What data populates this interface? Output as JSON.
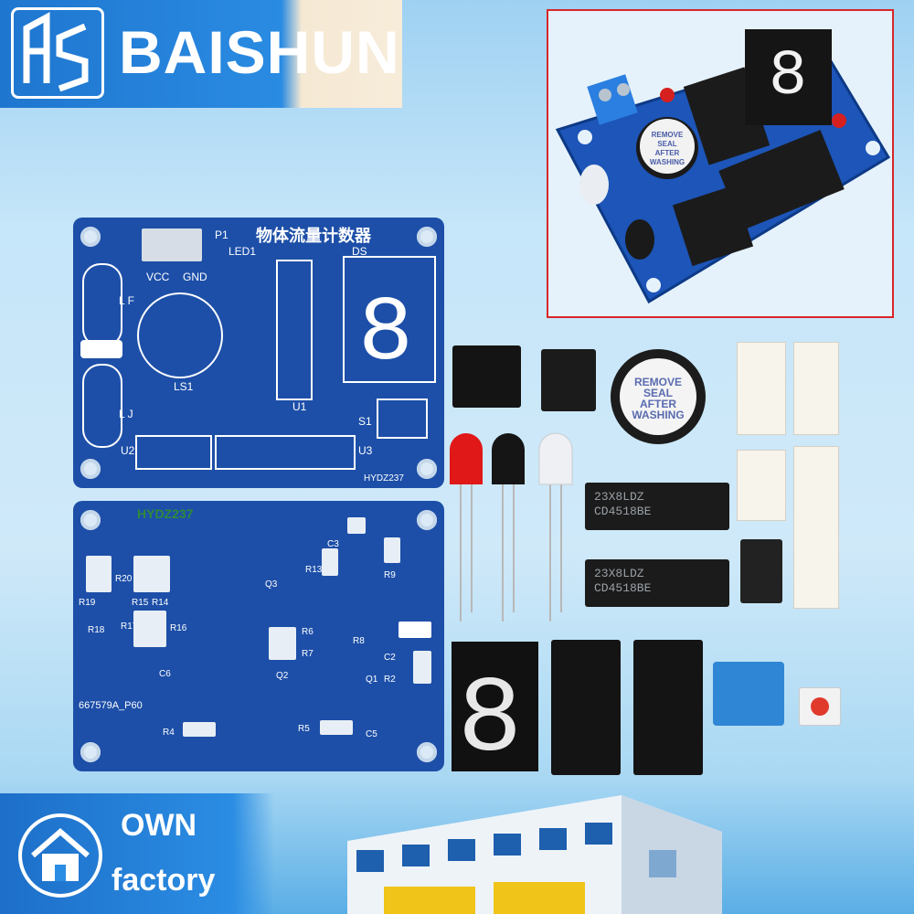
{
  "brand": {
    "name": "BAISHUN"
  },
  "board": {
    "title": "物体流量计数器",
    "model": "HYDZ237",
    "back_model": "HYDZ237",
    "back_code": "667579A_P60",
    "labels_top": [
      "P1",
      "LED1",
      "VCC",
      "GND",
      "DS",
      "LS1",
      "U1",
      "U2",
      "U3",
      "S1",
      "L F",
      "L J"
    ],
    "labels_bottom": [
      "C3",
      "R13",
      "R9",
      "Q3",
      "R20",
      "R19",
      "R15",
      "R14",
      "R17",
      "R18",
      "R16",
      "R6",
      "R7",
      "R8",
      "C2",
      "R2",
      "C6",
      "Q2",
      "Q1",
      "R4",
      "R5",
      "C5"
    ]
  },
  "chips": [
    {
      "label": "23X8LDZ"
    },
    {
      "label": "CD4518BE"
    },
    {
      "label": "23X8LDZ"
    },
    {
      "label": "CD4518BE"
    }
  ],
  "buzzer": {
    "line1": "REMOVE",
    "line2": "SEAL",
    "line3": "AFTER",
    "line4": "WASHING"
  },
  "footer": {
    "line1": "OWN",
    "line2": "factory"
  },
  "colors": {
    "pcb": "#1d4fa8",
    "brand_blue": "#2a8be2",
    "accent_red": "#d8262a"
  },
  "icons": [
    "baishun-logo-icon",
    "house-icon",
    "factory-building-icon"
  ]
}
